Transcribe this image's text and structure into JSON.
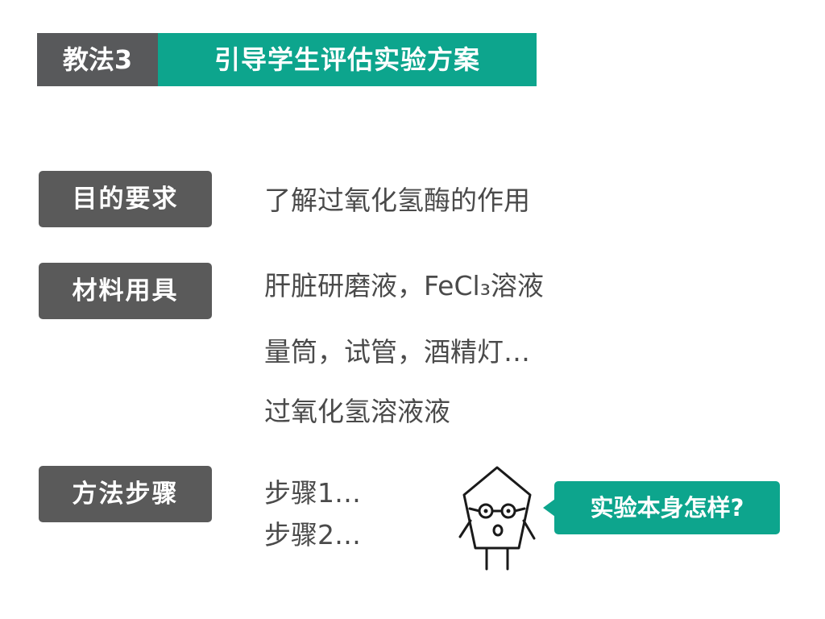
{
  "header": {
    "method_label": "教法3",
    "title": "引导学生评估实验方案"
  },
  "sections": {
    "purpose": {
      "label": "目的要求",
      "text": "了解过氧化氢酶的作用"
    },
    "materials": {
      "label": "材料用具",
      "lines": [
        "肝脏研磨液，FeCl₃溶液",
        "量筒，试管，酒精灯…",
        "过氧化氢溶液液"
      ]
    },
    "steps": {
      "label": "方法步骤",
      "lines": [
        "步骤1…",
        "步骤2…"
      ]
    }
  },
  "speech_bubble": {
    "text": "实验本身怎样?"
  },
  "colors": {
    "teal": "#0da58d",
    "dark_gray": "#58595b",
    "text_gray": "#4a4a4a"
  },
  "icons": {
    "character": "pentagon-character-with-glasses"
  }
}
